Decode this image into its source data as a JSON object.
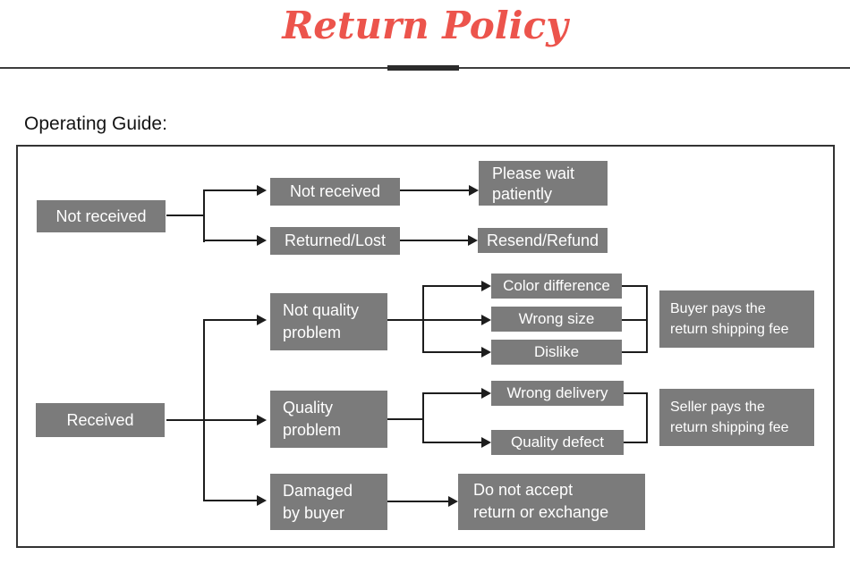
{
  "title": "Return Policy",
  "section_label": "Operating Guide:",
  "colors": {
    "accent_red": "#ec544c",
    "node_gray": "#7b7b7b",
    "node_text": "#ffffff",
    "line_dark": "#1d1d1d",
    "frame_border": "#333333"
  },
  "nodes": {
    "not_received_root": "Not received",
    "not_received_case": "Not received",
    "returned_lost": "Returned/Lost",
    "please_wait": "Please wait\npatiently",
    "resend_refund": "Resend/Refund",
    "received_root": "Received",
    "not_quality_problem": "Not quality\nproblem",
    "quality_problem": "Quality\nproblem",
    "damaged_by_buyer": "Damaged\nby buyer",
    "color_difference": "Color difference",
    "wrong_size": "Wrong size",
    "dislike": "Dislike",
    "wrong_delivery": "Wrong delivery",
    "quality_defect": "Quality defect",
    "buyer_pays_fee": "Buyer pays the\nreturn shipping fee",
    "seller_pays_fee": "Seller pays the\nreturn shipping fee",
    "do_not_accept": "Do not accept\nreturn or exchange"
  }
}
